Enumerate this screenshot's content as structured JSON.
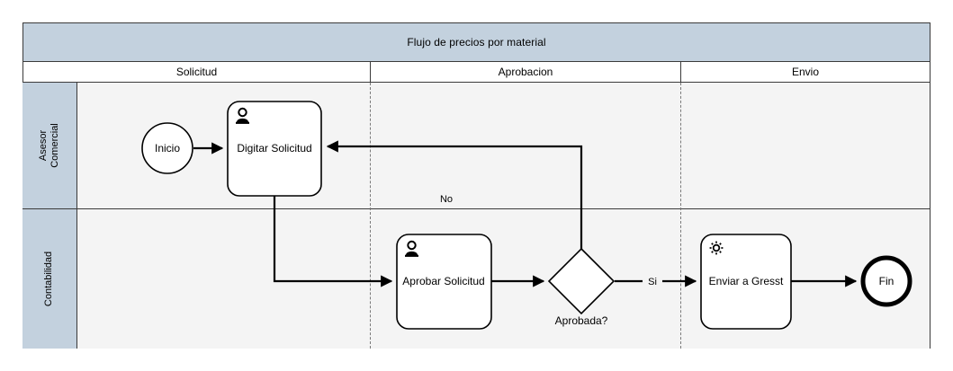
{
  "diagram": {
    "title": "Flujo de precios por material",
    "type": "bpmn-swimlane",
    "colors": {
      "header_fill": "#c3d1de",
      "lane_fill": "#f4f4f4",
      "node_fill": "#ffffff",
      "stroke": "#000000",
      "frame_stroke": "#3b3b3b",
      "phase_separator": "#7a7a7a"
    },
    "phases": [
      {
        "id": "solicitud",
        "label": "Solicitud"
      },
      {
        "id": "aprobacion",
        "label": "Aprobacion"
      },
      {
        "id": "envio",
        "label": "Envio"
      }
    ],
    "lanes": [
      {
        "id": "asesor-comercial",
        "label": "Asesor\nComercial",
        "line1": "Asesor",
        "line2": "Comercial"
      },
      {
        "id": "contabilidad",
        "label": "Contabilidad",
        "line1": "Contabilidad",
        "line2": ""
      }
    ],
    "nodes": [
      {
        "id": "inicio",
        "kind": "start-event",
        "label": "Inicio",
        "lane": "asesor-comercial",
        "phase": "solicitud",
        "marker": ""
      },
      {
        "id": "digitar-solicitud",
        "kind": "user-task",
        "label": "Digitar Solicitud",
        "lane": "asesor-comercial",
        "phase": "solicitud",
        "marker": "user-icon"
      },
      {
        "id": "aprobar-solicitud",
        "kind": "user-task",
        "label": "Aprobar Solicitud",
        "lane": "contabilidad",
        "phase": "aprobacion",
        "marker": "user-icon"
      },
      {
        "id": "aprobada",
        "kind": "exclusive-gateway",
        "label": "Aprobada?",
        "lane": "contabilidad",
        "phase": "aprobacion",
        "marker": ""
      },
      {
        "id": "enviar-a-gresst",
        "kind": "service-task",
        "label": "Enviar a Gresst",
        "lane": "contabilidad",
        "phase": "envio",
        "marker": "gear-icon"
      },
      {
        "id": "fin",
        "kind": "end-event",
        "label": "Fin",
        "lane": "contabilidad",
        "phase": "envio",
        "marker": ""
      }
    ],
    "edges": [
      {
        "id": "inicio-to-digitar",
        "from": "inicio",
        "to": "digitar-solicitud",
        "label": ""
      },
      {
        "id": "digitar-to-aprobar",
        "from": "digitar-solicitud",
        "to": "aprobar-solicitud",
        "label": ""
      },
      {
        "id": "aprobar-to-gateway",
        "from": "aprobar-solicitud",
        "to": "aprobada",
        "label": ""
      },
      {
        "id": "gateway-si-to-enviar",
        "from": "aprobada",
        "to": "enviar-a-gresst",
        "label": "Si"
      },
      {
        "id": "gateway-no-to-digitar",
        "from": "aprobada",
        "to": "digitar-solicitud",
        "label": "No"
      },
      {
        "id": "enviar-to-fin",
        "from": "enviar-a-gresst",
        "to": "fin",
        "label": ""
      }
    ]
  }
}
